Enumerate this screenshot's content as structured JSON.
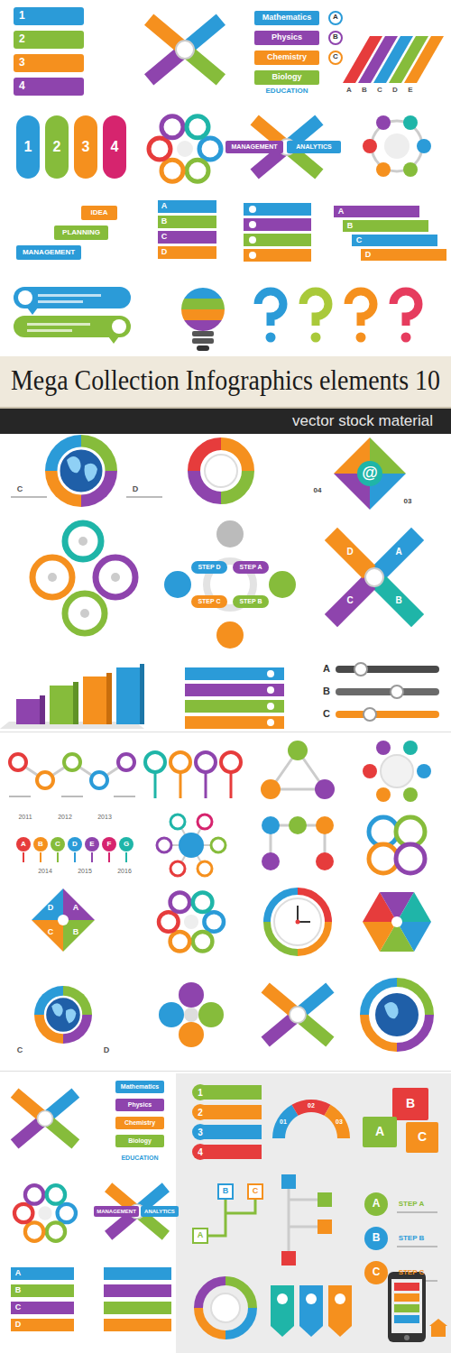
{
  "diagram": {
    "title": "Mega Collection Infographics elements 10",
    "nodes": [
      {
        "text": [
          "1"
        ]
      },
      {
        "text": [
          "2"
        ]
      },
      {
        "text": [
          "3"
        ]
      },
      {
        "text": [
          "4"
        ]
      },
      {
        "text": [
          "Mathematics"
        ]
      },
      {
        "text": [
          "Physics"
        ]
      },
      {
        "text": [
          "Chemistry"
        ]
      },
      {
        "text": [
          "Biology"
        ]
      },
      {
        "text": [
          "1"
        ]
      },
      {
        "text": [
          "2"
        ]
      },
      {
        "text": [
          "3"
        ]
      },
      {
        "text": [
          "4"
        ]
      },
      {
        "text": [
          "MANAGEMENT"
        ]
      },
      {
        "text": [
          "ANALYTICS"
        ]
      },
      {
        "text": [
          "MANAGEMENT"
        ]
      },
      {
        "text": [
          "PLANNING"
        ]
      },
      {
        "text": [
          "IDEA"
        ]
      },
      {
        "text": [
          "STEP D"
        ]
      },
      {
        "text": [
          "STEP A"
        ]
      },
      {
        "text": [
          "STEP C"
        ]
      },
      {
        "text": [
          "STEP B"
        ]
      },
      {
        "text": [
          "A"
        ]
      },
      {
        "text": [
          "B"
        ]
      },
      {
        "text": [
          "C"
        ]
      },
      {
        "text": [
          "D"
        ]
      },
      {
        "text": [
          "E"
        ]
      },
      {
        "text": [
          "F"
        ]
      },
      {
        "text": [
          "G"
        ]
      },
      {
        "text": [
          "Mathematics"
        ]
      },
      {
        "text": [
          "Physics"
        ]
      },
      {
        "text": [
          "Chemistry"
        ]
      },
      {
        "text": [
          "Biology"
        ]
      },
      {
        "text": [
          "MANAGEMENT"
        ]
      },
      {
        "text": [
          "ANALYTICS"
        ]
      },
      {
        "text": [
          "1"
        ]
      },
      {
        "text": [
          "2"
        ]
      },
      {
        "text": [
          "3"
        ]
      },
      {
        "text": [
          "4"
        ]
      },
      {
        "text": [
          "B"
        ]
      },
      {
        "text": [
          "A"
        ]
      },
      {
        "text": [
          "C"
        ]
      },
      {
        "text": [
          "A"
        ]
      },
      {
        "text": [
          "B"
        ]
      },
      {
        "text": [
          "C"
        ]
      }
    ],
    "labels": [
      "A",
      "B",
      "C",
      "EDUCATION",
      "A",
      "B",
      "C",
      "D",
      "E",
      "A",
      "B",
      "C",
      "D",
      "A",
      "B",
      "C",
      "D",
      "vector stock material",
      "C",
      "D",
      "@",
      "04",
      "03",
      "D",
      "A",
      "C",
      "B",
      "A",
      "B",
      "C",
      "2011",
      "2012",
      "2013",
      "2014",
      "2015",
      "2016",
      "A",
      "B",
      "C",
      "D",
      "A",
      "B",
      "C",
      "D",
      "01",
      "02",
      "03",
      "STEP A",
      "STEP B",
      "STEP C",
      "B",
      "C",
      "A",
      "EDUCATION",
      "C",
      "D"
    ]
  }
}
